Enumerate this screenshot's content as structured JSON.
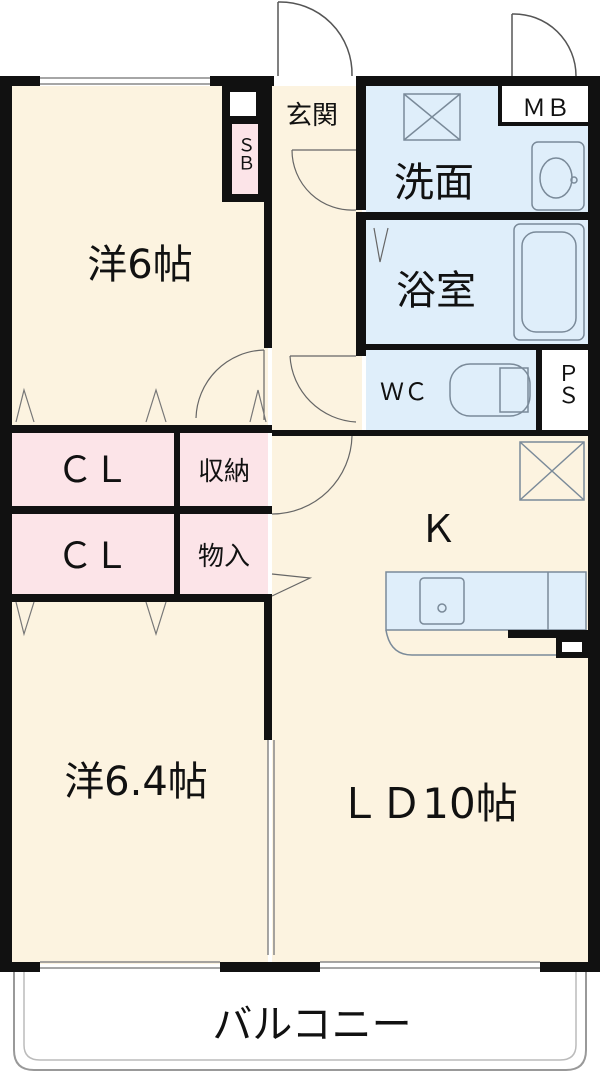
{
  "rooms": {
    "western_room_top": "洋6帖",
    "western_room_bottom": "洋6.4帖",
    "closet_top": "ＣＬ",
    "closet_bottom": "ＣＬ",
    "storage": "収納",
    "storeroom": "物入",
    "entrance": "玄関",
    "shoe_box": "ＳＢ",
    "washroom": "洗面",
    "bathroom": "浴室",
    "toilet": "ＷＣ",
    "meter_box": "ＭＢ",
    "pipe_space": "ＰＳ",
    "kitchen": "Ｋ",
    "living_dining": "ＬＤ10帖",
    "balcony": "バルコニー"
  },
  "colors": {
    "room_floor": "#fcf3e0",
    "closet_fill": "#fce4e8",
    "wet_area_fill": "#dfeefa",
    "wall": "#111111",
    "fixture_stroke": "#7a8a99"
  }
}
